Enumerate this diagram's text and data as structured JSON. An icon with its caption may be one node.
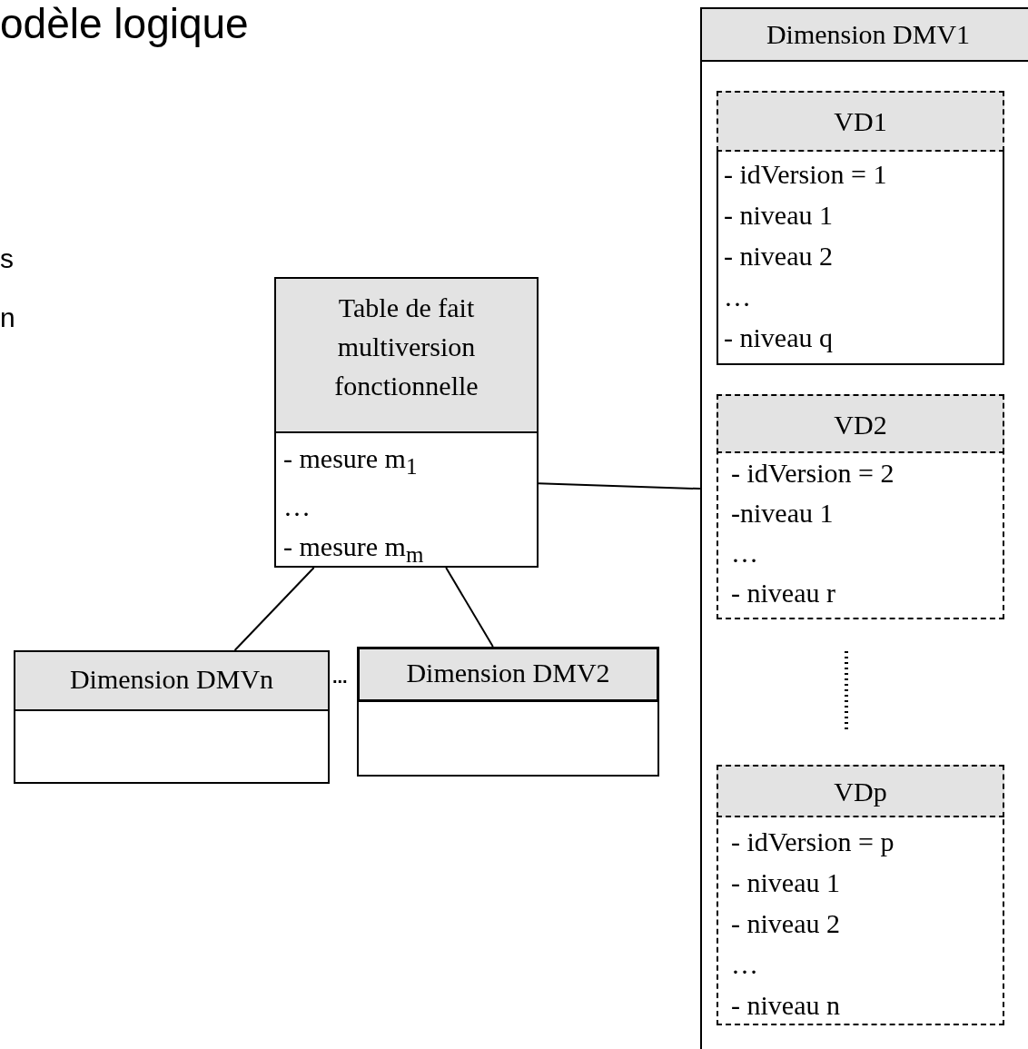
{
  "diagram": {
    "title": "odèle logique",
    "nodes": [
      {
        "text": [
          "Table de fait multiversion fonctionnelle",
          "- mesure m$_{1}$",
          "…",
          "- mesure m$_{m}$"
        ]
      },
      {
        "text": [
          "Dimension DMVn"
        ]
      },
      {
        "text": [
          "Dimension DMV2"
        ]
      },
      {
        "text": [
          "Dimension DMV1"
        ]
      },
      {
        "text": [
          "VD1",
          "- idVersion = 1",
          "- niveau 1",
          "- niveau 2",
          "…",
          "- niveau q"
        ],
        "in": 3
      },
      {
        "text": [
          "VD2",
          "- idVersion = 2",
          "-niveau 1",
          "…",
          "- niveau r"
        ],
        "in": 3
      },
      {
        "text": [
          "VDp",
          "- idVersion = p",
          "- niveau 1",
          "- niveau 2",
          "…",
          "- niveau n"
        ],
        "in": 3
      }
    ],
    "edges": [
      {
        "from": 0,
        "to": 3,
        "arrow": "none"
      },
      {
        "from": 0,
        "to": 1,
        "arrow": "none"
      },
      {
        "from": 0,
        "to": 2,
        "arrow": "none"
      }
    ],
    "labels": [
      "s",
      "n",
      "..."
    ]
  }
}
